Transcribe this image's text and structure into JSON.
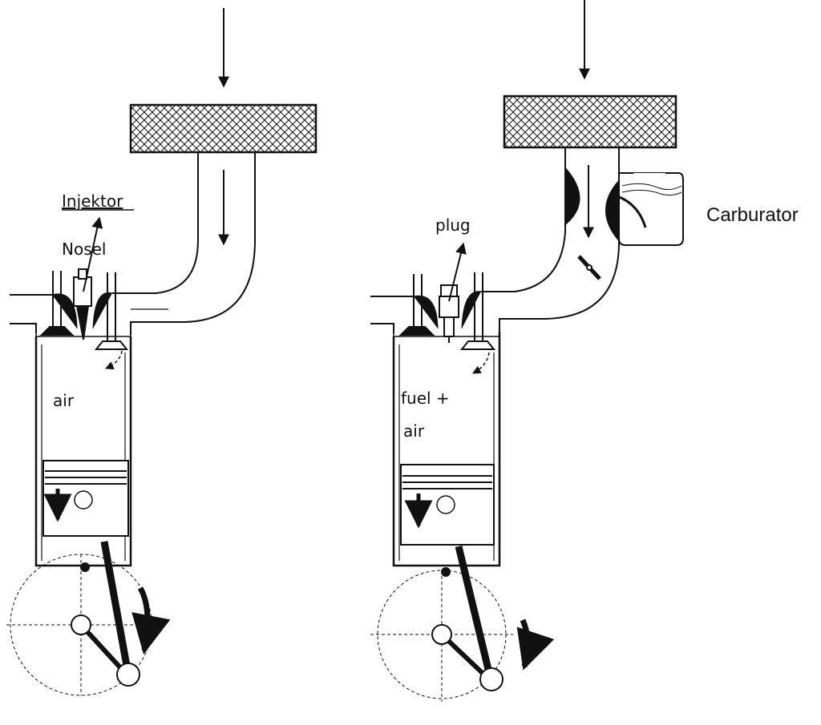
{
  "diesel": {
    "injector_label": "Injektor",
    "nozzle_label": "Nosel",
    "chamber_label": "air"
  },
  "petrol": {
    "plug_label": "plug",
    "carburetor_label": "Carburator",
    "chamber_label_line1": "fuel +",
    "chamber_label_line2": "air"
  },
  "colors": {
    "ink": "#111111",
    "background": "#ffffff"
  },
  "icons": {
    "air_filter": "crosshatch-filter",
    "valve": "poppet-valve",
    "piston": "piston",
    "crank": "crank-wheel",
    "arrow": "arrow"
  }
}
